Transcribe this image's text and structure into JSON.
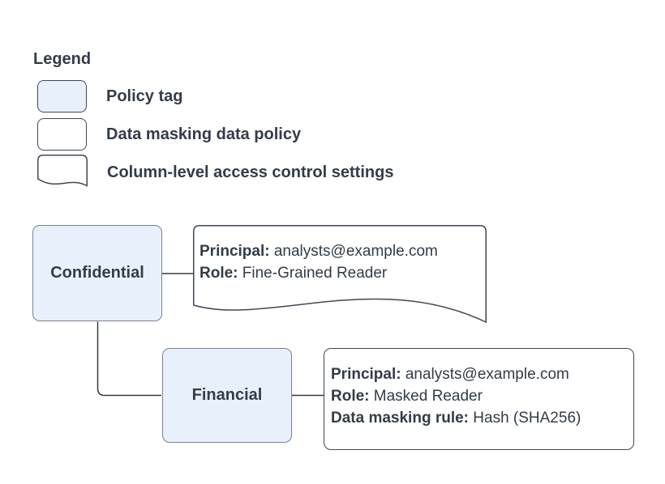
{
  "colors": {
    "background": "#ffffff",
    "text": "#333c48",
    "policy_tag_fill": "#e8f1fb",
    "policy_tag_border": "#78828f",
    "shape_border": "#3f4854",
    "connector": "#333b45"
  },
  "legend": {
    "title": "Legend",
    "items": [
      {
        "shape": "policy-tag",
        "label": "Policy tag"
      },
      {
        "shape": "data-masking-data-policy",
        "label": "Data masking data policy"
      },
      {
        "shape": "column-level-access-control-settings",
        "label": "Column-level access control settings"
      }
    ]
  },
  "diagram": {
    "policy_tags": {
      "confidential": {
        "label": "Confidential"
      },
      "financial": {
        "label": "Financial"
      }
    },
    "access_settings": {
      "lines": [
        {
          "label": "Principal:",
          "value": "analysts@example.com"
        },
        {
          "label": "Role:",
          "value": "Fine-Grained Reader"
        }
      ]
    },
    "masking_policy": {
      "lines": [
        {
          "label": "Principal:",
          "value": "analysts@example.com"
        },
        {
          "label": "Role:",
          "value": "Masked Reader"
        },
        {
          "label": "Data masking rule:",
          "value": "Hash (SHA256)"
        }
      ]
    }
  }
}
